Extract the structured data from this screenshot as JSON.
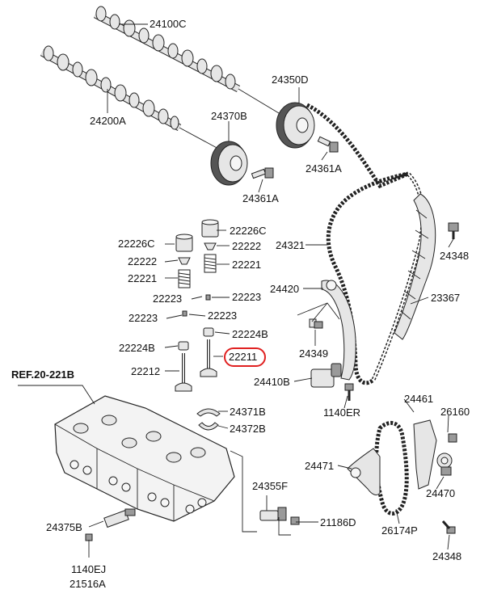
{
  "reference": "REF.20-221B",
  "highlight_color": "#e02020",
  "parts": {
    "p24100C": "24100C",
    "p24200A": "24200A",
    "p24350D": "24350D",
    "p24370B": "24370B",
    "p24361A_1": "24361A",
    "p24361A_2": "24361A",
    "p22226C_1": "22226C",
    "p22226C_2": "22226C",
    "p22222_1": "22222",
    "p22222_2": "22222",
    "p22221_1": "22221",
    "p22221_2": "22221",
    "p22223_1": "22223",
    "p22223_2": "22223",
    "p22223_3": "22223",
    "p22223_4": "22223",
    "p22224B_1": "22224B",
    "p22224B_2": "22224B",
    "p22211": "22211",
    "p22212": "22212",
    "p24321": "24321",
    "p24348_1": "24348",
    "p24348_2": "24348",
    "p24420": "24420",
    "p23367": "23367",
    "p24349": "24349",
    "p24410B": "24410B",
    "p1140ER": "1140ER",
    "p24461": "24461",
    "p26160": "26160",
    "p24471": "24471",
    "p24470": "24470",
    "p26174P": "26174P",
    "p24371B": "24371B",
    "p24372B": "24372B",
    "p24355F": "24355F",
    "p21186D": "21186D",
    "p24375B": "24375B",
    "p1140EJ": "1140EJ",
    "p21516A": "21516A"
  }
}
